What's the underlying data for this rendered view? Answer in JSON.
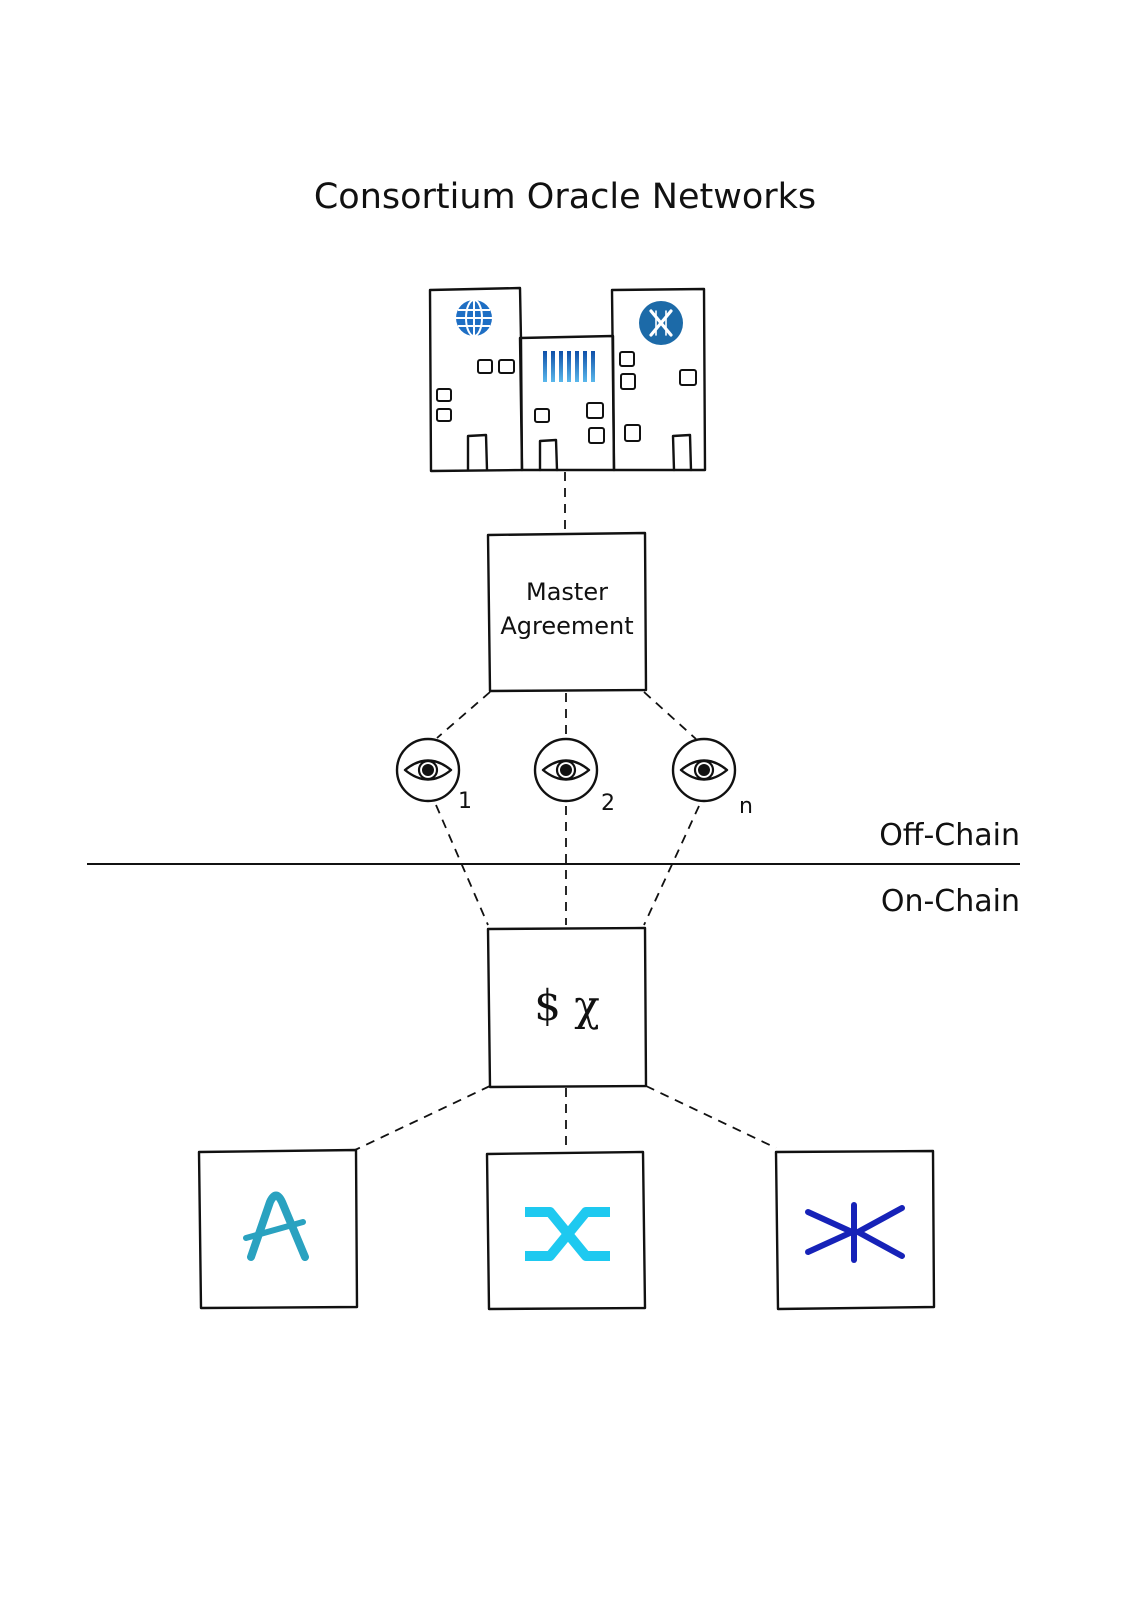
{
  "title": "Consortium Oracle Networks",
  "master_agreement": {
    "line1": "Master",
    "line2": "Agreement"
  },
  "oracles": [
    {
      "label": "1",
      "icon": "eye-icon"
    },
    {
      "label": "2",
      "icon": "eye-icon"
    },
    {
      "label": "n",
      "icon": "eye-icon"
    }
  ],
  "divider": {
    "above_label": "Off-Chain",
    "below_label": "On-Chain"
  },
  "onchain_box": {
    "symbol": "$ χ"
  },
  "protocols": [
    {
      "icon": "aave-logo-icon",
      "color": "#2aa2c0"
    },
    {
      "icon": "synthetix-logo-icon",
      "color": "#1ec9f0"
    },
    {
      "icon": "kyber-logo-icon",
      "color": "#1622b8"
    }
  ],
  "buildings": {
    "icons": [
      "globe-icon",
      "barcode-icon",
      "x-logo-icon"
    ],
    "colors": {
      "globe": "#1f6fc4",
      "barcode": "#2f8fd6",
      "x_logo": "#1c6aa8"
    }
  }
}
